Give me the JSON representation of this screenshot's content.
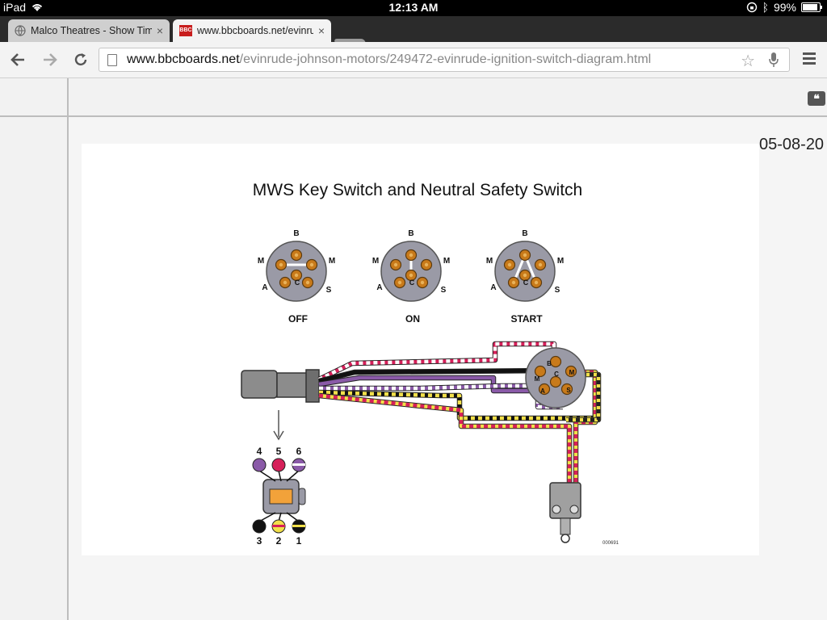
{
  "status_bar": {
    "device": "iPad",
    "time": "12:13 AM",
    "battery": "99%",
    "battery_level": 0.99
  },
  "tabs": [
    {
      "title": "Malco Theatres - Show Tim",
      "close": "×",
      "active": false
    },
    {
      "title": "www.bbcboards.net/evinru",
      "close": "×",
      "active": true,
      "favicon": "BBC"
    }
  ],
  "toolbar": {
    "url_host": "www.bbcboards.net",
    "url_path": "/evinrude-johnson-motors/249472-evinrude-ignition-switch-diagram.html"
  },
  "post": {
    "date": "05-08-20",
    "quote_icon": "❝"
  },
  "diagram": {
    "title": "MWS Key Switch and Neutral Safety Switch",
    "switch_states": [
      "OFF",
      "ON",
      "START"
    ],
    "terminal_labels": {
      "B": "B",
      "M": "M",
      "A": "A",
      "C": "C",
      "S": "S"
    },
    "connector_pins_top": [
      "4",
      "5",
      "6"
    ],
    "connector_pins_bottom": [
      "3",
      "2",
      "1"
    ],
    "part_number": "000691",
    "colors": {
      "switch_body": "#9a9aa6",
      "terminal": "#c87a1a",
      "wire_red": "#d6205a",
      "wire_purple": "#8a5aa8",
      "wire_black": "#111111",
      "wire_yellow": "#f2e04a",
      "connector": "#8c8c8c",
      "connector_center": "#f2a23a"
    }
  }
}
